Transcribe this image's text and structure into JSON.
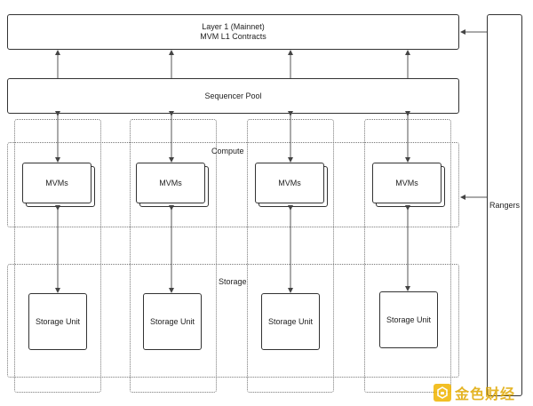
{
  "layer1": {
    "line1": "Layer 1 (Mainnet)",
    "line2": "MVM L1 Contracts"
  },
  "sequencer": {
    "label": "Sequencer Pool"
  },
  "regions": {
    "compute": "Compute",
    "storage": "Storage"
  },
  "rangers": {
    "label": "Rangers"
  },
  "columns": [
    {
      "mvm": "MVMs",
      "storage": "Storage Unit"
    },
    {
      "mvm": "MVMs",
      "storage": "Storage Unit"
    },
    {
      "mvm": "MVMs",
      "storage": "Storage Unit"
    },
    {
      "mvm": "MVMs",
      "storage": "Storage Unit"
    }
  ],
  "watermark": {
    "text": "金色财经",
    "icon": "golden-logo-icon",
    "color": "#f0b400"
  }
}
